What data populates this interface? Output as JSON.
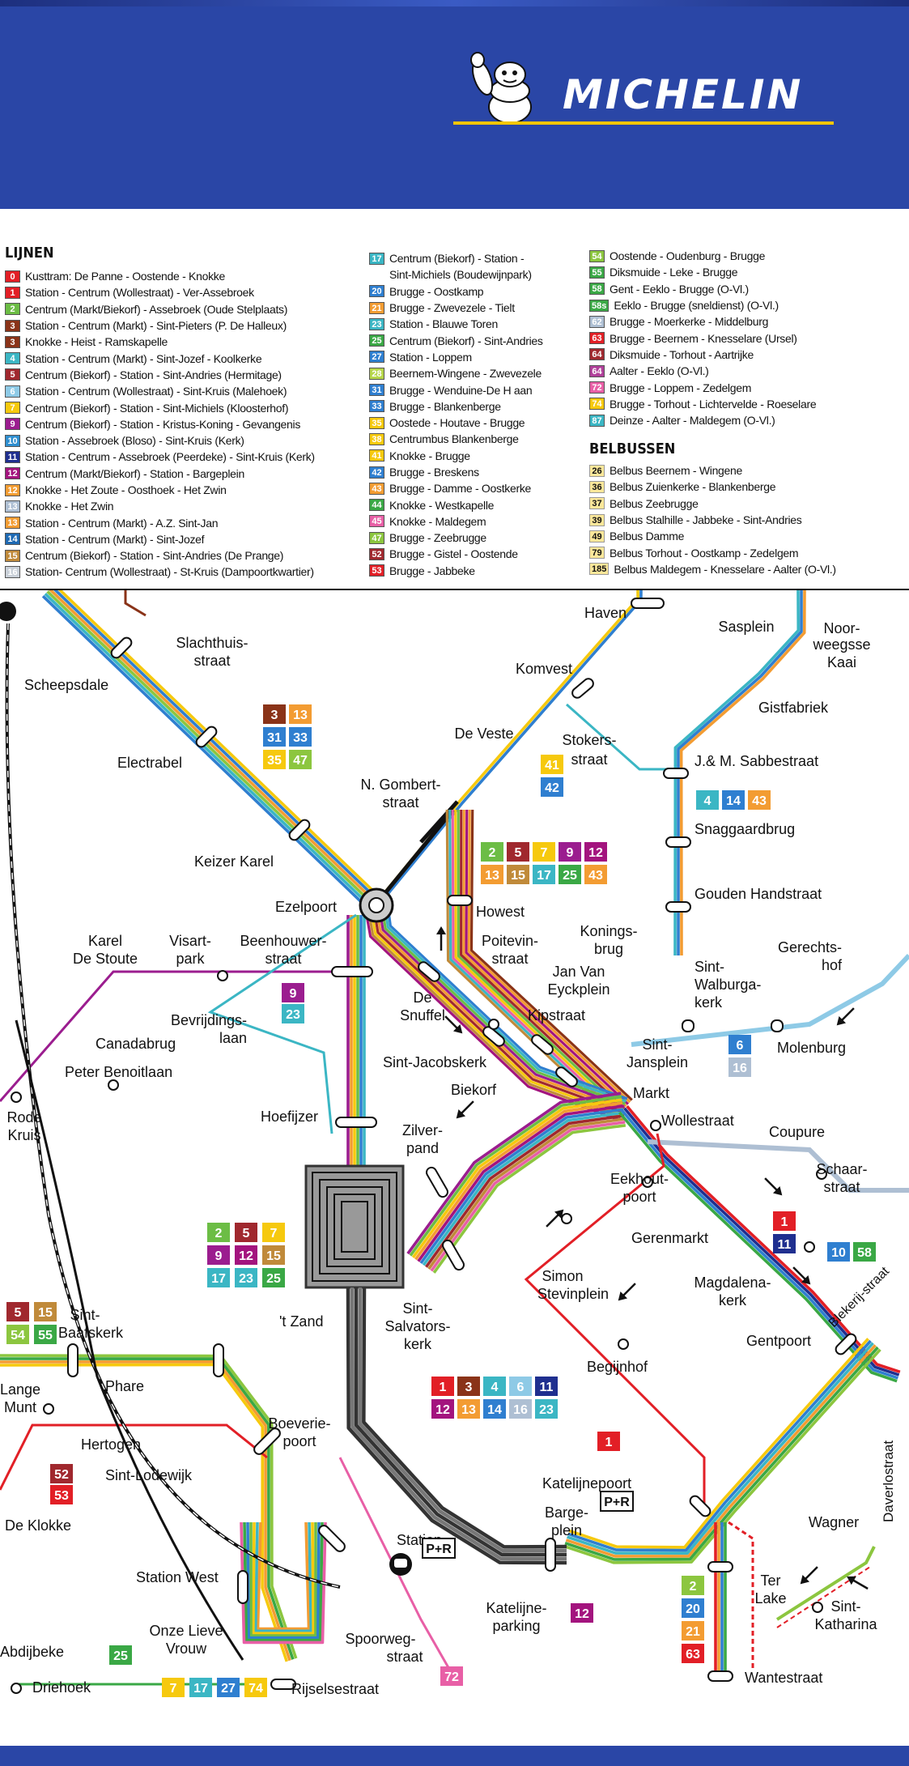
{
  "brand": {
    "name": "MICHELIN",
    "logo_icon": "michelin-man-icon"
  },
  "legend": {
    "lijnen_title": "LIJNEN",
    "belbussen_title": "BELBUSSEN",
    "lijnen": [
      {
        "num": "0",
        "color": "#e21f26",
        "text": "Kusttram: De Panne - Oostende - Knokke"
      },
      {
        "num": "1",
        "color": "#e21f26",
        "text": "Station - Centrum (Wollestraat) - Ver-Assebroek"
      },
      {
        "num": "2",
        "color": "#6cbd45",
        "text": "Centrum (Markt/Biekorf) - Assebroek (Oude Stelplaats)"
      },
      {
        "num": "3",
        "color": "#8a3318",
        "text": "Station - Centrum (Markt) - Sint-Pieters (P. De Halleux)"
      },
      {
        "num": "3",
        "color": "#8a3318",
        "text": "Knokke - Heist - Ramskapelle"
      },
      {
        "num": "4",
        "color": "#3bb6c4",
        "text": "Station - Centrum (Markt) - Sint-Jozef - Koolkerke"
      },
      {
        "num": "5",
        "color": "#a0282e",
        "text": "Centrum (Biekorf) - Station - Sint-Andries (Hermitage)"
      },
      {
        "num": "6",
        "color": "#8ecae6",
        "text": "Station - Centrum (Wollestraat) - Sint-Kruis (Malehoek)"
      },
      {
        "num": "7",
        "color": "#f6c90e",
        "text": "Centrum (Biekorf) - Station - Sint-Michiels (Kloosterhof)"
      },
      {
        "num": "9",
        "color": "#9b1d8f",
        "text": "Centrum (Biekorf) - Station - Kristus-Koning - Gevangenis"
      },
      {
        "num": "10",
        "color": "#2f8fd0",
        "text": "Station - Assebroek (Bloso) - Sint-Kruis (Kerk)"
      },
      {
        "num": "11",
        "color": "#1f2f8f",
        "text": "Station - Centrum - Assebroek (Peerdeke) - Sint-Kruis (Kerk)"
      },
      {
        "num": "12",
        "color": "#a3147e",
        "text": "Centrum (Markt/Biekorf) - Station - Bargeplein"
      },
      {
        "num": "12",
        "color": "#f39c32",
        "text": "Knokke - Het Zoute - Oosthoek - Het Zwin"
      },
      {
        "num": "13",
        "color": "#aebfd3",
        "text": "Knokke - Het Zwin"
      },
      {
        "num": "13",
        "color": "#f39c32",
        "text": "Station - Centrum (Markt) - A.Z. Sint-Jan"
      },
      {
        "num": "14",
        "color": "#1f6ab3",
        "text": "Station - Centrum (Markt) - Sint-Jozef"
      },
      {
        "num": "15",
        "color": "#c08a3a",
        "text": "Centrum (Biekorf) - Station - Sint-Andries (De Prange)"
      },
      {
        "num": "16",
        "color": "#c9d0d8",
        "text": "Station- Centrum (Wollestraat) - St-Kruis (Dampoortkwartier)"
      }
    ],
    "lijnen2": [
      {
        "num": "17",
        "color": "#3bb6c4",
        "text": "Centrum (Biekorf) - Station -"
      },
      {
        "num": "",
        "color": "",
        "text": "Sint-Michiels (Boudewijnpark)"
      },
      {
        "num": "20",
        "color": "#2f7fd0",
        "text": "Brugge - Oostkamp"
      },
      {
        "num": "21",
        "color": "#f39c32",
        "text": "Brugge - Zwevezele - Tielt"
      },
      {
        "num": "23",
        "color": "#3bb6c4",
        "text": "Station - Blauwe Toren"
      },
      {
        "num": "25",
        "color": "#3aa845",
        "text": "Centrum (Biekorf) - Sint-Andries"
      },
      {
        "num": "27",
        "color": "#2f7fd0",
        "text": "Station - Loppem"
      },
      {
        "num": "28",
        "color": "#b6d64a",
        "text": "Beernem-Wingene - Zwevezele"
      },
      {
        "num": "31",
        "color": "#2f7fd0",
        "text": "Brugge - Wenduine-De H aan"
      },
      {
        "num": "33",
        "color": "#2f7fd0",
        "text": "Brugge - Blankenberge"
      },
      {
        "num": "35",
        "color": "#f6c90e",
        "text": "Oostede - Houtave - Brugge"
      },
      {
        "num": "38",
        "color": "#f6c90e",
        "text": "Centrumbus Blankenberge"
      },
      {
        "num": "41",
        "color": "#f6c90e",
        "text": "Knokke - Brugge"
      },
      {
        "num": "42",
        "color": "#2f7fd0",
        "text": "Brugge - Breskens"
      },
      {
        "num": "43",
        "color": "#f39c32",
        "text": "Brugge - Damme - Oostkerke"
      },
      {
        "num": "44",
        "color": "#3aa845",
        "text": "Knokke - Westkapelle"
      },
      {
        "num": "45",
        "color": "#e85fa6",
        "text": "Knokke - Maldegem"
      },
      {
        "num": "47",
        "color": "#8cc63f",
        "text": "Brugge - Zeebrugge"
      },
      {
        "num": "52",
        "color": "#a0282e",
        "text": "Brugge - Gistel - Oostende"
      },
      {
        "num": "53",
        "color": "#e21f26",
        "text": "Brugge - Jabbeke"
      }
    ],
    "lijnen3": [
      {
        "num": "54",
        "color": "#8cc63f",
        "text": "Oostende - Oudenburg - Brugge"
      },
      {
        "num": "55",
        "color": "#3aa845",
        "text": "Diksmuide - Leke - Brugge"
      },
      {
        "num": "58",
        "color": "#3aa845",
        "text": "Gent - Eeklo - Brugge (O-Vl.)"
      },
      {
        "num": "58s",
        "color": "#3aa845",
        "text": "Eeklo - Brugge (sneldienst) (O-Vl.)"
      },
      {
        "num": "62",
        "color": "#aebfd3",
        "text": "Brugge - Moerkerke - Middelburg"
      },
      {
        "num": "63",
        "color": "#e21f26",
        "text": "Brugge - Beernem - Knesselare (Ursel)"
      },
      {
        "num": "64",
        "color": "#a0282e",
        "text": "Diksmuide - Torhout - Aartrijke"
      },
      {
        "num": "64",
        "color": "#b0409a",
        "text": "Aalter - Eeklo (O-Vl.)"
      },
      {
        "num": "72",
        "color": "#e85fa6",
        "text": "Brugge - Loppem - Zedelgem"
      },
      {
        "num": "74",
        "color": "#f6c90e",
        "text": "Brugge - Torhout - Lichtervelde - Roeselare"
      },
      {
        "num": "87",
        "color": "#3bb6c4",
        "text": "Deinze - Aalter - Maldegem (O-Vl.)"
      }
    ],
    "belbussen": [
      {
        "num": "26",
        "text": "Belbus Beernem - Wingene"
      },
      {
        "num": "36",
        "text": "Belbus Zuienkerke - Blankenberge"
      },
      {
        "num": "37",
        "text": "Belbus Zeebrugge"
      },
      {
        "num": "39",
        "text": "Belbus Stalhille - Jabbeke - Sint-Andries"
      },
      {
        "num": "49",
        "text": "Belbus Damme"
      },
      {
        "num": "79",
        "text": "Belbus Torhout - Oostkamp - Zedelgem"
      },
      {
        "num": "185",
        "text": "Belbus Maldegem - Knesselare - Aalter (O-Vl.)"
      }
    ]
  },
  "map": {
    "stops": {
      "haven": "Haven",
      "sasplein": "Sasplein",
      "noorweegsse1": "Noor-",
      "noorweegsse2": "weegsse",
      "noorweegsse3": "Kaai",
      "slachthuis1": "Slachthuis-",
      "slachthuis2": "straat",
      "scheepsdale": "Scheepsdale",
      "komvest": "Komvest",
      "gistfabriek": "Gistfabriek",
      "deveste": "De Veste",
      "stokers1": "Stokers-",
      "stokers2": "straat",
      "electrabel": "Electrabel",
      "gombert1": "N. Gombert-",
      "gombert2": "straat",
      "sabbestraat": "J.& M. Sabbestraat",
      "snaggaard": "Snaggaardbrug",
      "keizerkarel": "Keizer Karel",
      "goudenhand": "Gouden Handstraat",
      "ezelpoort": "Ezelpoort",
      "howest": "Howest",
      "karel1": "Karel",
      "karel2": "De Stoute",
      "visart1": "Visart-",
      "visart2": "park",
      "beenhouwer1": "Beenhouwer-",
      "beenhouwer2": "straat",
      "poitevin1": "Poitevin-",
      "poitevin2": "straat",
      "konings1": "Konings-",
      "konings2": "brug",
      "gerechts1": "Gerechts-",
      "gerechts2": "hof",
      "janvan1": "Jan Van",
      "janvan2": "Eyckplein",
      "walburga1": "Sint-",
      "walburga2": "Walburga-",
      "walburga3": "kerk",
      "bevrijdings1": "Bevrijdings-",
      "bevrijdings2": "laan",
      "desnuffel1": "De",
      "desnuffel2": "Snuffel",
      "kipstraat": "Kipstraat",
      "canadabrug": "Canadabrug",
      "peterbenoit": "Peter Benoitlaan",
      "jacobskerk": "Sint-Jacobskerk",
      "biekorf": "Biekorf",
      "jansplein1": "Sint-",
      "jansplein2": "Jansplein",
      "molenburg": "Molenburg",
      "markt": "Markt",
      "rode1": "Rode",
      "rode2": "Kruis",
      "hoefijzer": "Hoefijzer",
      "zilver1": "Zilver-",
      "zilver2": "pand",
      "wollestraat": "Wollestraat",
      "coupure": "Coupure",
      "schaar1": "Schaar-",
      "schaar2": "straat",
      "eekhout1": "Eekhout-",
      "eekhout2": "poort",
      "gerenmarkt": "Gerenmarkt",
      "simon1": "Simon",
      "simon2": "Stevinplein",
      "magdalena1": "Magdalena-",
      "magdalena2": "kerk",
      "blekerij": "Blekerij-straat",
      "baafs1": "Sint-",
      "baafs2": "Baafskerk",
      "zand": "'t Zand",
      "salvators1": "Sint-",
      "salvators2": "Salvators-",
      "salvators3": "kerk",
      "gentpoort": "Gentpoort",
      "lange1": "Lange",
      "lange2": "Munt",
      "phare": "Phare",
      "begijnhof": "Begijnhof",
      "daverlo": "Daverlostraat",
      "boeverie1": "Boeverie-",
      "boeverie2": "poort",
      "hertogen": "Hertogen",
      "lodewijk": "Sint-Lodewijk",
      "katelijnepoort": "Katelijnepoort",
      "deklokke": "De Klokke",
      "barge1": "Barge-",
      "barge2": "plein",
      "wagner": "Wagner",
      "station": "Station",
      "stationwest": "Station West",
      "ter1": "Ter",
      "ter2": "Lake",
      "katharina1": "Sint-",
      "katharina2": "Katharina",
      "onze1": "Onze Lieve",
      "onze2": "Vrouw",
      "katelijne1": "Katelijne-",
      "katelijne2": "parking",
      "spoorweg1": "Spoorweg-",
      "spoorweg2": "straat",
      "abdijbeke": "Abdijbeke",
      "driehoek": "Driehoek",
      "rijsel": "Rijselsestraat",
      "wantestraat": "Wantestraat",
      "pr1": "P+R",
      "pr2": "P+R"
    },
    "badges": {
      "b_3": "3",
      "b_13": "13",
      "b_31": "31",
      "b_33": "33",
      "b_35": "35",
      "b_47": "47",
      "b_41": "41",
      "b_42": "42",
      "h_2": "2",
      "h_5": "5",
      "h_7": "7",
      "h_9": "9",
      "h_12": "12",
      "h_13": "13",
      "h_15": "15",
      "h_17": "17",
      "h_25": "25",
      "h_43": "43",
      "s_4": "4",
      "s_14": "14",
      "s_43": "43",
      "v_9": "9",
      "v_23": "23",
      "m_6": "6",
      "m_16": "16",
      "z_2": "2",
      "z_5": "5",
      "z_7": "7",
      "z_9": "9",
      "z_12": "12",
      "z_15": "15",
      "z_17": "17",
      "z_23": "23",
      "z_25": "25",
      "c_1": "1",
      "c_11": "11",
      "c_10": "10",
      "c_58": "58",
      "k_5": "5",
      "k_15": "15",
      "k_54": "54",
      "k_55": "55",
      "sv_1": "1",
      "sv_3": "3",
      "sv_4": "4",
      "sv_6": "6",
      "sv_11": "11",
      "sv_12": "12",
      "sv_13": "13",
      "sv_14": "14",
      "sv_16": "16",
      "sv_23": "23",
      "d_52": "52",
      "d_53": "53",
      "r_1": "1",
      "w_2": "2",
      "w_20": "20",
      "w_21": "21",
      "w_63": "63",
      "bp_12": "12",
      "a_25": "25",
      "o_7": "7",
      "o_17": "17",
      "o_27": "27",
      "o_74": "74",
      "sp_72": "72"
    }
  },
  "colors": {
    "header_blue": "#2a46a6",
    "brand_yellow": "#f2c500"
  }
}
